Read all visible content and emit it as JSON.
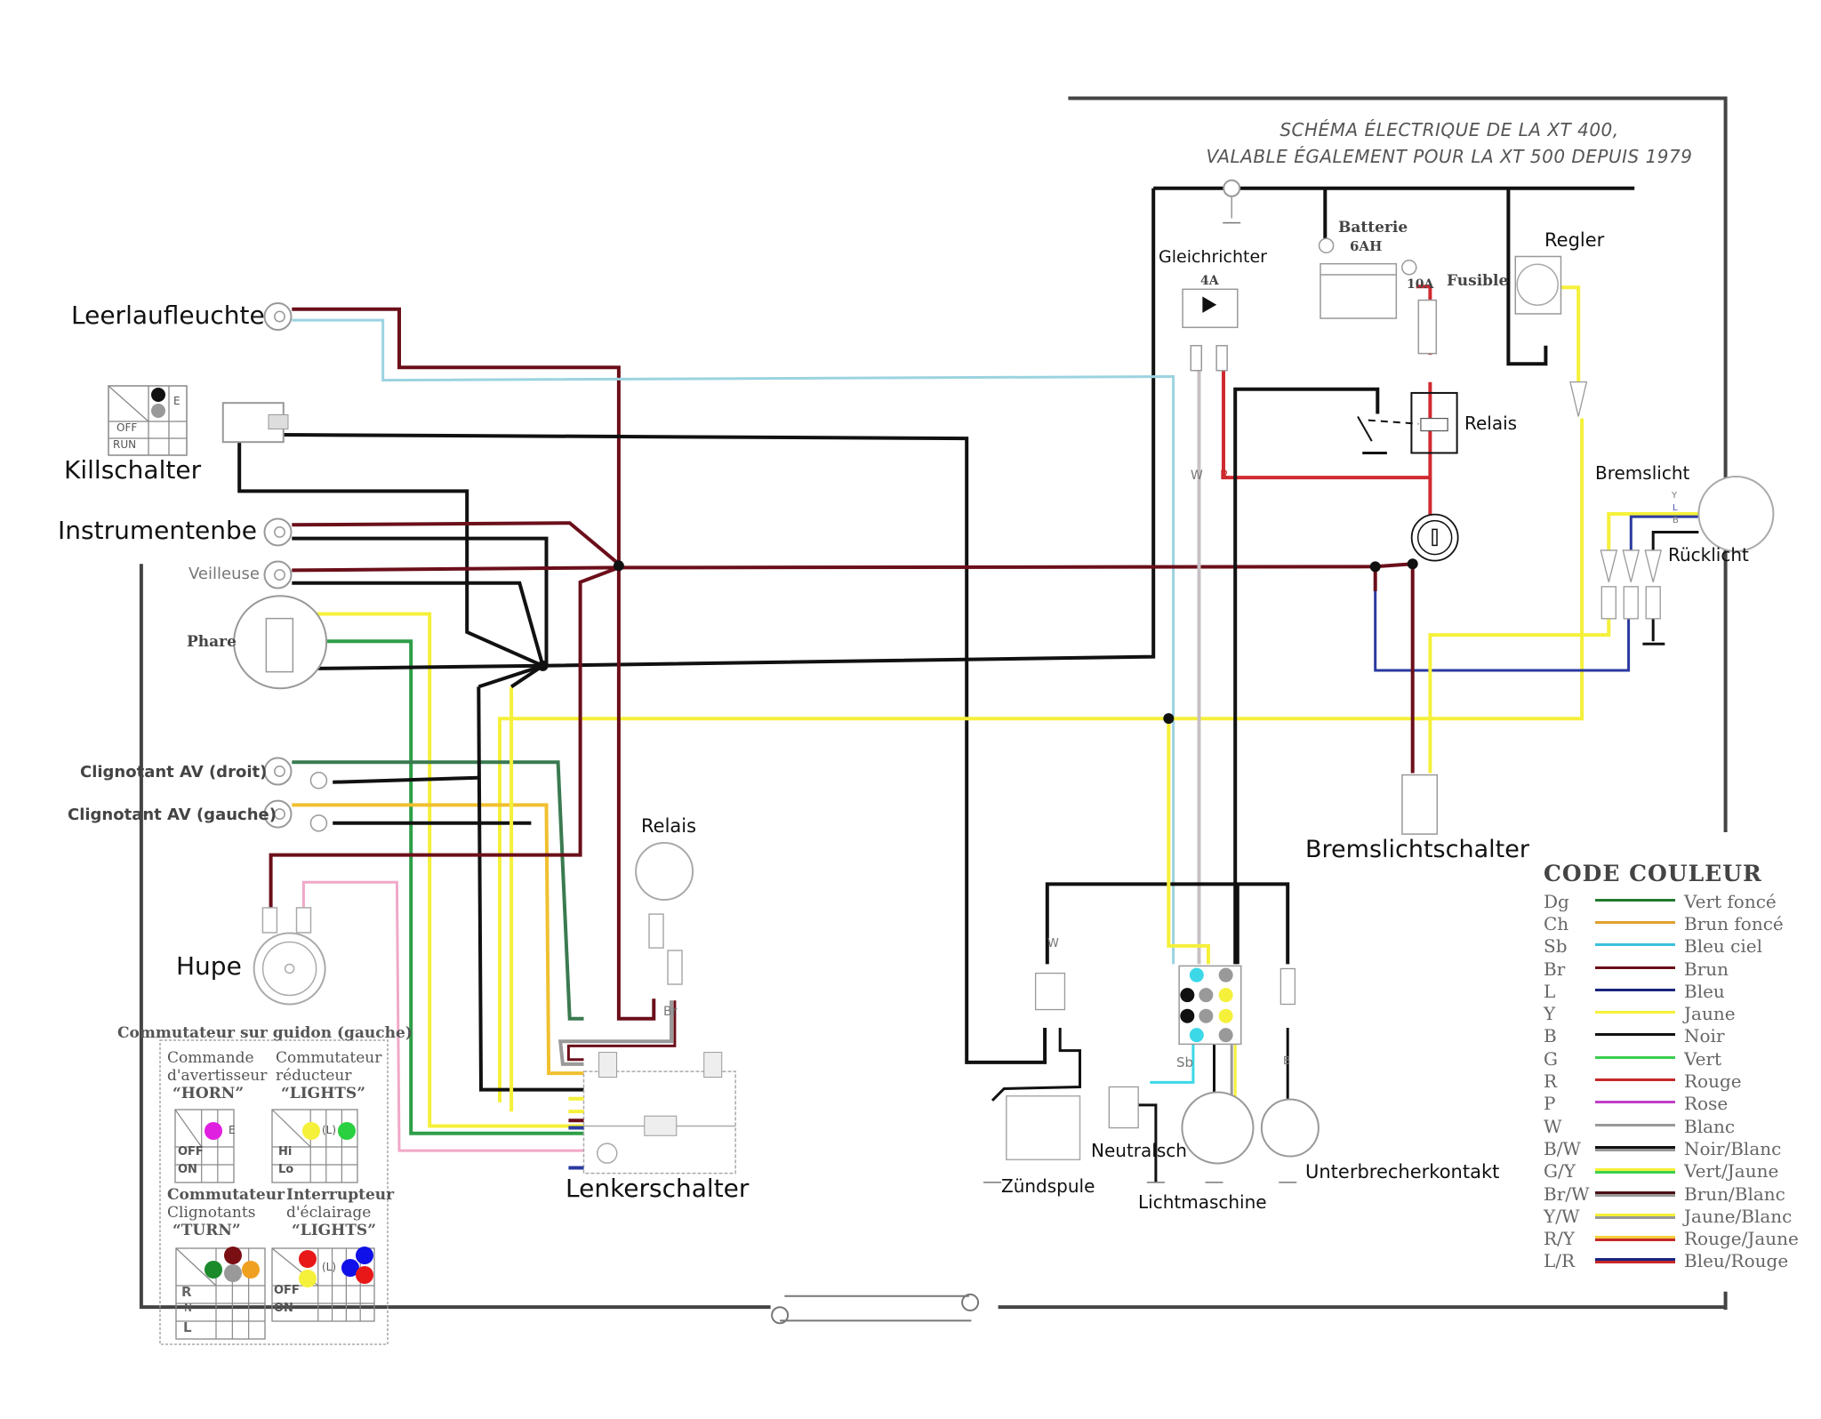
{
  "title": {
    "line1": "SCHÉMA ÉLECTRIQUE DE LA XT 400,",
    "line2": "VALABLE ÉGALEMENT POUR LA XT 500 DEPUIS 1979"
  },
  "components": {
    "leerlaufleuchte": "Leerlaufleuchte",
    "killschalter": "Killschalter",
    "instrumentenbe": "Instrumentenbe",
    "veilleuse": "Veilleuse",
    "phare": "Phare",
    "clignotant_droit": "Clignotant AV (droit)",
    "clignotant_gauche": "Clignotant AV (gauche)",
    "hupe": "Hupe",
    "relais_left": "Relais",
    "lenkerschalter": "Lenkerschalter",
    "gleichrichter": "Gleichrichter",
    "gleichrichter_rating": "4A",
    "batterie": "Batterie",
    "batterie_rating": "6AH",
    "fuse_rating": "10A",
    "fusible": "Fusible",
    "regler": "Regler",
    "relais_right": "Relais",
    "bremslicht": "Bremslicht",
    "ruecklicht": "Rücklicht",
    "bremslichtschalter": "Bremslichtschalter",
    "zuendspule": "Zündspule",
    "neutralsch": "Neutralsch",
    "lichtmaschine": "Lichtmaschine",
    "unterbrecherkontakt": "Unterbrecherkontakt"
  },
  "wire_marks": {
    "w1": "W",
    "w2": "W",
    "r": "R",
    "sb": "Sb",
    "b": "B",
    "br": "Br",
    "y": "Y",
    "l": "L",
    "bl": "B"
  },
  "kill_switch_table": {
    "terminal": "E",
    "rows": [
      "OFF",
      "RUN"
    ]
  },
  "handlebar_switch": {
    "title": "Commutateur sur guidon (gauche)",
    "horn": {
      "caption": [
        "Commande",
        "d'avertisseur",
        "“HORN”"
      ],
      "terminal": "E",
      "rows": [
        "OFF",
        "ON"
      ]
    },
    "dimmer": {
      "caption": [
        "Commutateur",
        "réducteur",
        "“LIGHTS”"
      ],
      "terminal": "(L)",
      "rows": [
        "Hi",
        "Lo"
      ]
    },
    "turn": {
      "caption": [
        "Commutateur",
        "Clignotants",
        "“TURN”"
      ],
      "rows": [
        "R",
        "N",
        "L"
      ]
    },
    "lights": {
      "caption": [
        "Interrupteur",
        "d'éclairage",
        "“LIGHTS”"
      ],
      "terminal": "(L)",
      "rows": [
        "OFF",
        "ON"
      ]
    }
  },
  "legend": {
    "title": "CODE COULEUR",
    "items": [
      {
        "code": "Dg",
        "name": "Vert foncé",
        "colors": [
          "#1f7a2e"
        ]
      },
      {
        "code": "Ch",
        "name": "Brun foncé",
        "colors": [
          "#e0a030"
        ]
      },
      {
        "code": "Sb",
        "name": "Bleu ciel",
        "colors": [
          "#3cc0dc"
        ]
      },
      {
        "code": "Br",
        "name": "Brun",
        "colors": [
          "#6b0f1a"
        ]
      },
      {
        "code": "L",
        "name": "Bleu",
        "colors": [
          "#1a237e"
        ]
      },
      {
        "code": "Y",
        "name": "Jaune",
        "colors": [
          "#f5f03a"
        ]
      },
      {
        "code": "B",
        "name": "Noir",
        "colors": [
          "#111111"
        ]
      },
      {
        "code": "G",
        "name": "Vert",
        "colors": [
          "#3ccf4e"
        ]
      },
      {
        "code": "R",
        "name": "Rouge",
        "colors": [
          "#c62828"
        ]
      },
      {
        "code": "P",
        "name": "Rose",
        "colors": [
          "#c040c8"
        ]
      },
      {
        "code": "W",
        "name": "Blanc",
        "colors": [
          "#999999"
        ]
      },
      {
        "code": "B/W",
        "name": "Noir/Blanc",
        "colors": [
          "#111111",
          "#999999"
        ]
      },
      {
        "code": "G/Y",
        "name": "Vert/Jaune",
        "colors": [
          "#f5f03a",
          "#3ccf4e"
        ]
      },
      {
        "code": "Br/W",
        "name": "Brun/Blanc",
        "colors": [
          "#4a0e14",
          "#999999"
        ]
      },
      {
        "code": "Y/W",
        "name": "Jaune/Blanc",
        "colors": [
          "#f5f03a",
          "#999999"
        ]
      },
      {
        "code": "R/Y",
        "name": "Rouge/Jaune",
        "colors": [
          "#f5d03a",
          "#c62828"
        ]
      },
      {
        "code": "L/R",
        "name": "Bleu/Rouge",
        "colors": [
          "#1a237e",
          "#c62828"
        ]
      }
    ]
  },
  "colors": {
    "brown": "#6b0f1a",
    "black": "#111111",
    "yellow": "#f5f03a",
    "green": "#2e9e48",
    "dark_green": "#3a7a50",
    "sky_blue": "#9bd3e0",
    "cyan": "#3cd8e8",
    "red": "#d02a30",
    "blue": "#2a3aa0",
    "pink": "#f0a8c8",
    "gray": "#999999",
    "light_gray": "#c8c0c4",
    "orange": "#f0c030"
  }
}
